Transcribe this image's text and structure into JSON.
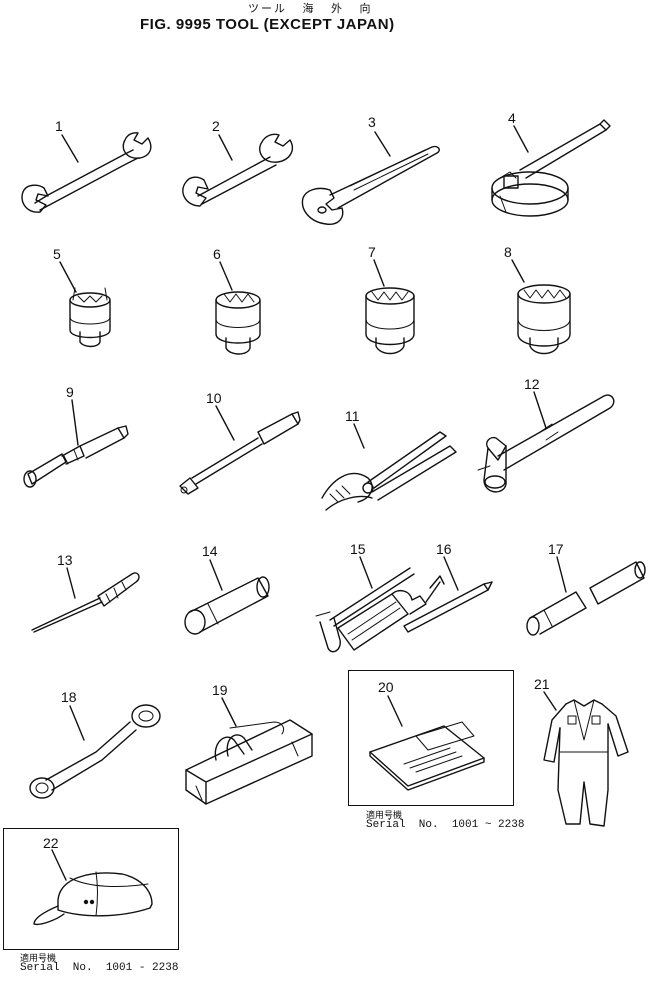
{
  "header": {
    "japanese_title": "ツール 海 外 向",
    "figure_title": "FIG. 9995 TOOL (EXCEPT JAPAN)"
  },
  "items": [
    {
      "no": "1",
      "icon": "open-end-wrench-icon"
    },
    {
      "no": "2",
      "icon": "open-end-wrench-icon"
    },
    {
      "no": "3",
      "icon": "adjustable-wrench-icon"
    },
    {
      "no": "4",
      "icon": "filter-wrench-icon"
    },
    {
      "no": "5",
      "icon": "socket-icon"
    },
    {
      "no": "6",
      "icon": "socket-icon"
    },
    {
      "no": "7",
      "icon": "socket-icon"
    },
    {
      "no": "8",
      "icon": "socket-icon"
    },
    {
      "no": "9",
      "icon": "socket-extension-icon"
    },
    {
      "no": "10",
      "icon": "extension-bar-icon"
    },
    {
      "no": "11",
      "icon": "pliers-icon"
    },
    {
      "no": "12",
      "icon": "hammer-icon"
    },
    {
      "no": "13",
      "icon": "screwdriver-icon"
    },
    {
      "no": "14",
      "icon": "cylinder-case-icon"
    },
    {
      "no": "15",
      "icon": "grease-gun-icon"
    },
    {
      "no": "16",
      "icon": "nozzle-pipe-icon"
    },
    {
      "no": "17",
      "icon": "socket-bar-icon"
    },
    {
      "no": "18",
      "icon": "box-end-wrench-icon"
    },
    {
      "no": "19",
      "icon": "tool-bag-icon"
    },
    {
      "no": "20",
      "icon": "manual-booklet-icon"
    },
    {
      "no": "21",
      "icon": "coverall-icon"
    },
    {
      "no": "22",
      "icon": "cap-icon"
    }
  ],
  "serials": {
    "item20": {
      "jp_label": "適用号機",
      "text": "Serial  No.  1001 ~ 2238"
    },
    "item22": {
      "jp_label": "適用号機",
      "text": "Serial  No.  1001 - 2238"
    }
  }
}
